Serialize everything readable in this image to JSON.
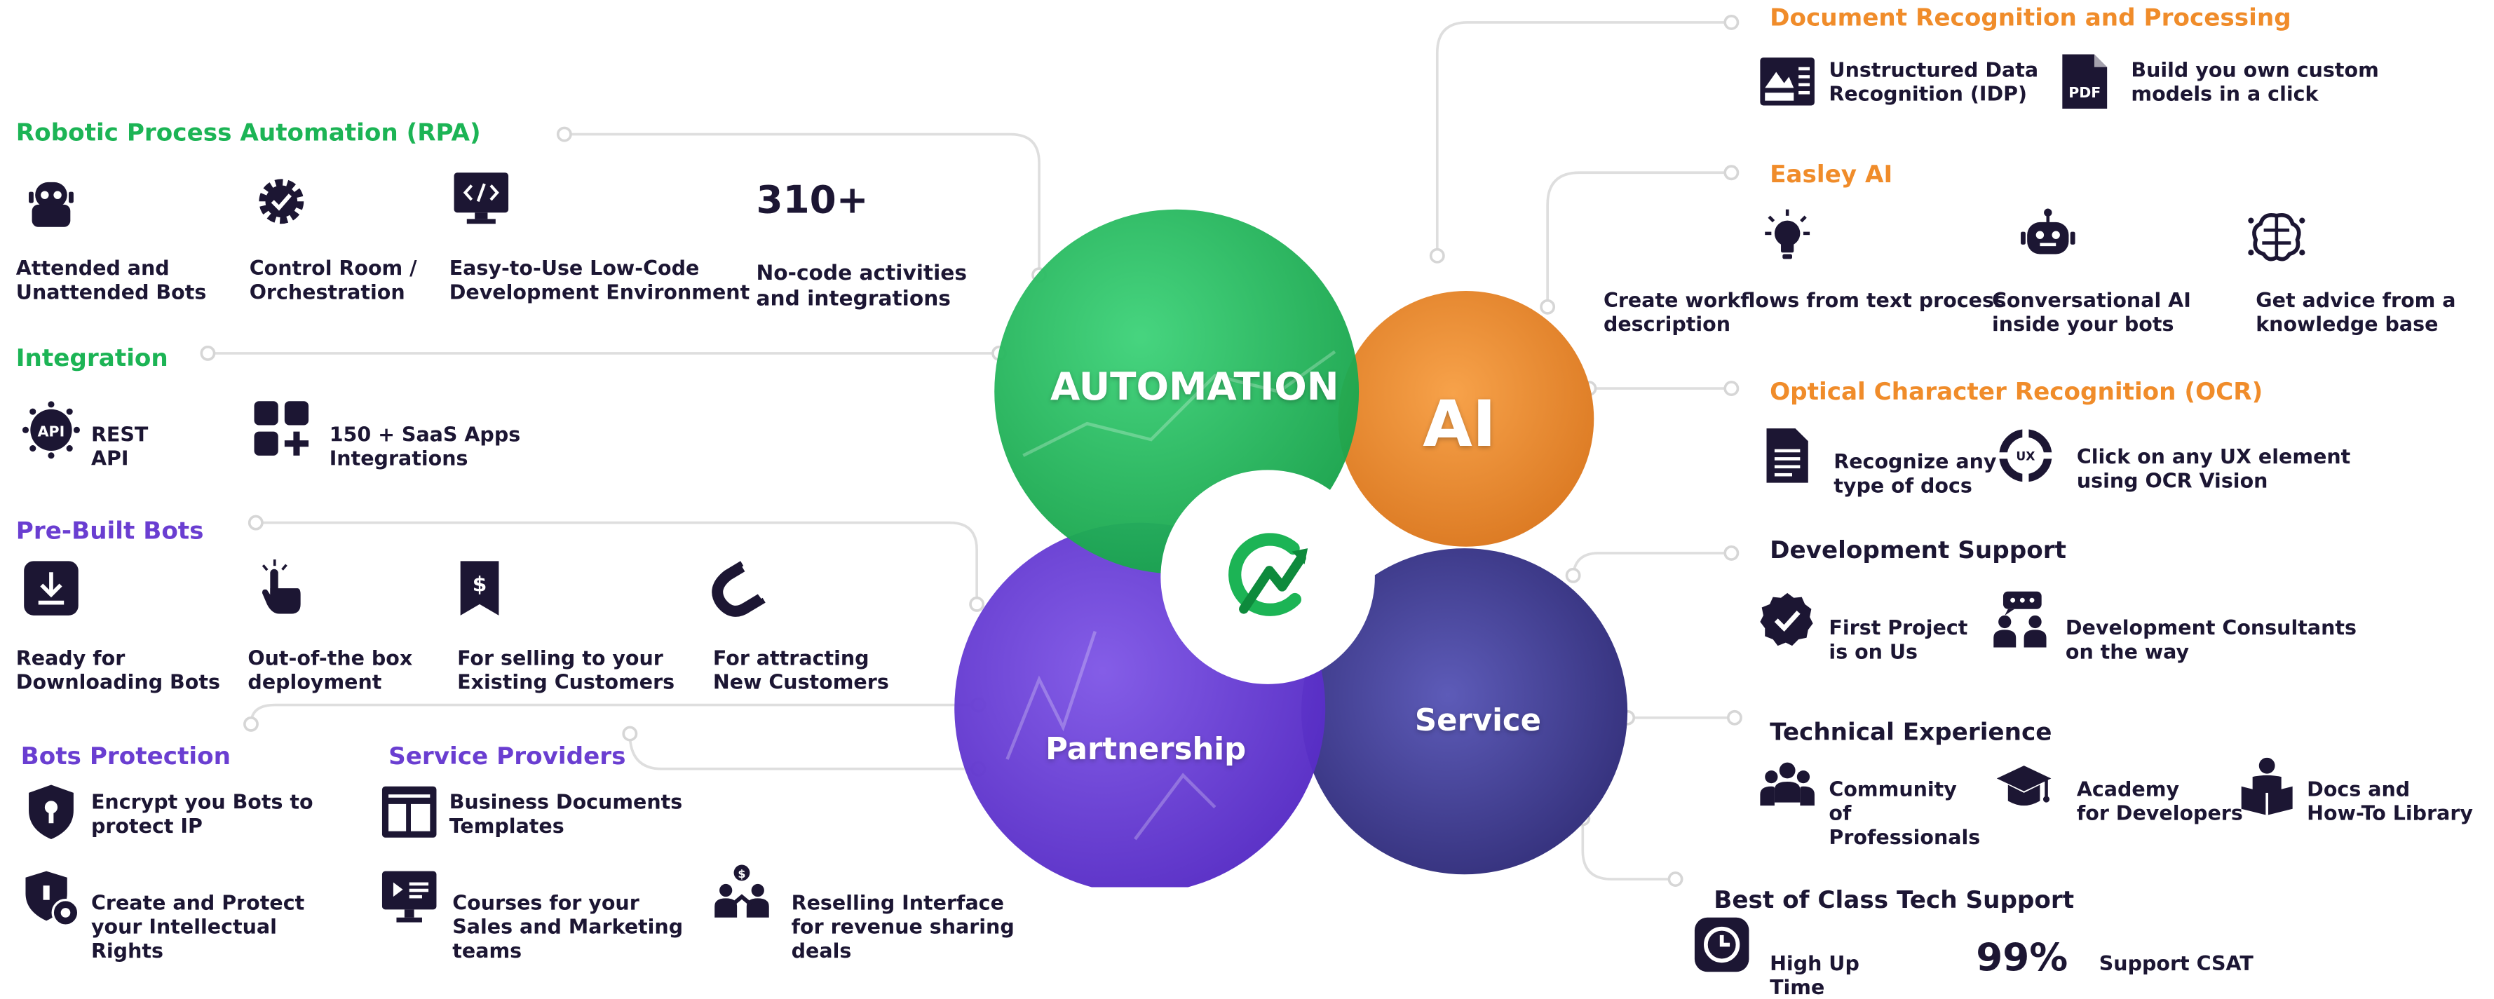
{
  "colors": {
    "green": "#1cb455",
    "purple": "#6a3ed1",
    "orange": "#f08c2a",
    "navy": "#1c1633",
    "line": "#dedede"
  },
  "rpa": {
    "title": "Robotic Process Automation (RPA)",
    "items": [
      {
        "label": "Attended and\nUnattended Bots",
        "icon": "robot-icon"
      },
      {
        "label": "Control Room /\nOrchestration",
        "icon": "gear-check-icon"
      },
      {
        "label": "Easy-to-Use Low-Code\nDevelopment Environment",
        "icon": "code-monitor-icon"
      }
    ],
    "stat_value": "310+",
    "stat_label": "No-code activities\nand integrations"
  },
  "integration": {
    "title": "Integration",
    "items": [
      {
        "label": "REST\nAPI",
        "icon": "api-icon"
      },
      {
        "label": "150 + SaaS Apps\nIntegrations",
        "icon": "apps-grid-icon"
      }
    ]
  },
  "prebuilt": {
    "title": "Pre-Built Bots",
    "items": [
      {
        "label": "Ready for\nDownloading Bots",
        "icon": "download-icon"
      },
      {
        "label": "Out-of-the box\ndeployment",
        "icon": "pointer-hand-icon"
      },
      {
        "label": "For selling to your\nExisting Customers",
        "icon": "price-tag-icon"
      },
      {
        "label": "For attracting\nNew Customers",
        "icon": "magnet-icon"
      }
    ]
  },
  "protection": {
    "title": "Bots Protection",
    "items": [
      {
        "label": "Encrypt you Bots to\nprotect IP",
        "icon": "shield-keyhole-icon"
      },
      {
        "label": "Create and Protect\nyour Intellectual\nRights",
        "icon": "shield-gear-icon"
      }
    ]
  },
  "providers": {
    "title": "Service Providers",
    "items": [
      {
        "label": "Business Documents\nTemplates",
        "icon": "document-template-icon"
      },
      {
        "label": "Courses for your\nSales and Marketing\nteams",
        "icon": "video-course-icon"
      },
      {
        "label": "Reselling Interface\nfor revenue sharing\ndeals",
        "icon": "reseller-people-icon"
      }
    ]
  },
  "circles": {
    "automation": "AUTOMATION",
    "ai": "AI",
    "partnership": "Partnership",
    "service": "Service",
    "logo": "logo-icon"
  },
  "docrec": {
    "title": "Document Recognition and Processing",
    "items": [
      {
        "label": "Unstructured Data\nRecognition (IDP)",
        "icon": "document-image-icon"
      },
      {
        "label": "Build you own custom\nmodels in a click",
        "icon": "pdf-file-icon"
      }
    ]
  },
  "easleyai": {
    "title": "Easley AI",
    "items": [
      {
        "label": "Create workflows from text process\ndescription",
        "icon": "lightbulb-icon"
      },
      {
        "label": "Conversational AI\ninside your bots",
        "icon": "chat-robot-icon"
      },
      {
        "label": "Get advice from a\nknowledge base",
        "icon": "brain-circuit-icon"
      }
    ]
  },
  "ocr": {
    "title": "Optical Character Recognition (OCR)",
    "items": [
      {
        "label": "Recognize any\ntype of docs",
        "icon": "document-lines-icon"
      },
      {
        "label": "Click on any UX element\nusing OCR Vision",
        "icon": "ux-target-icon"
      }
    ]
  },
  "devsupport": {
    "title": "Development Support",
    "items": [
      {
        "label": "First Project\nis on Us",
        "icon": "badge-check-icon"
      },
      {
        "label": "Development Consultants\non the way",
        "icon": "consultants-icon"
      }
    ]
  },
  "techexp": {
    "title": "Technical Experience",
    "items": [
      {
        "label": "Community\nof\nProfessionals",
        "icon": "community-icon"
      },
      {
        "label": "Academy\nfor Developers",
        "icon": "graduation-cap-icon"
      },
      {
        "label": "Docs and\nHow-To Library",
        "icon": "reading-person-icon"
      }
    ]
  },
  "techsupport": {
    "title": "Best of Class Tech Support",
    "uptime_label": "High Up\nTime",
    "uptime_icon": "clock-icon",
    "csat_value": "99%",
    "csat_label": "Support CSAT"
  }
}
